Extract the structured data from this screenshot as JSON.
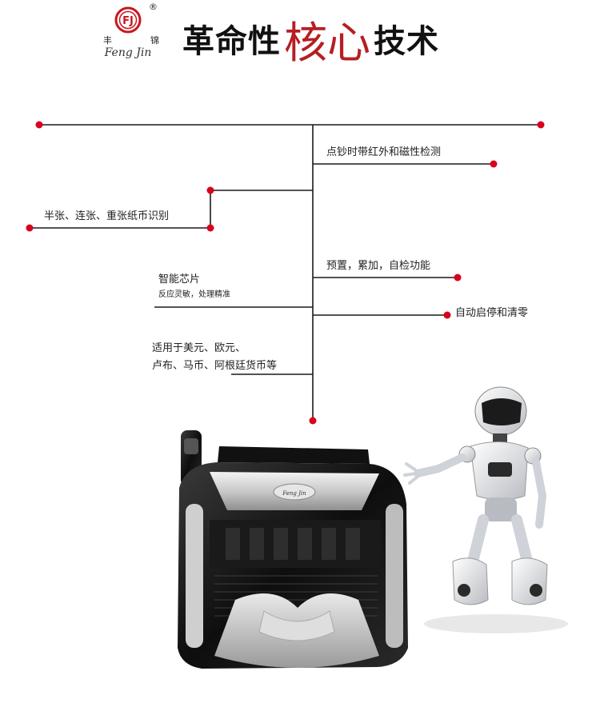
{
  "brand": {
    "monogram": "FJ",
    "registered_mark": "®",
    "chinese_chars": [
      "丰",
      "锦"
    ],
    "english_name": "Feng Jin"
  },
  "title": {
    "part1": "革命性",
    "part2": "核心",
    "part3": "技术"
  },
  "features": {
    "infrared_magnetic": "点钞时带红外和磁性检测",
    "half_connected": "半张、连张、重张纸币识别",
    "preset": "预置，累加，自检功能",
    "smart_chip_title": "智能芯片",
    "smart_chip_sub": "反应灵敏，处理精准",
    "auto_start": "自动启停和清零",
    "currency_line1": "适用于美元、欧元、",
    "currency_line2": "卢布、马币、阿根廷货币等"
  },
  "product": {
    "badge_text": "Feng Jin"
  },
  "colors": {
    "accent_red": "#d9001b",
    "title_red": "#b51f22",
    "line_dark": "#1a1a1a"
  }
}
